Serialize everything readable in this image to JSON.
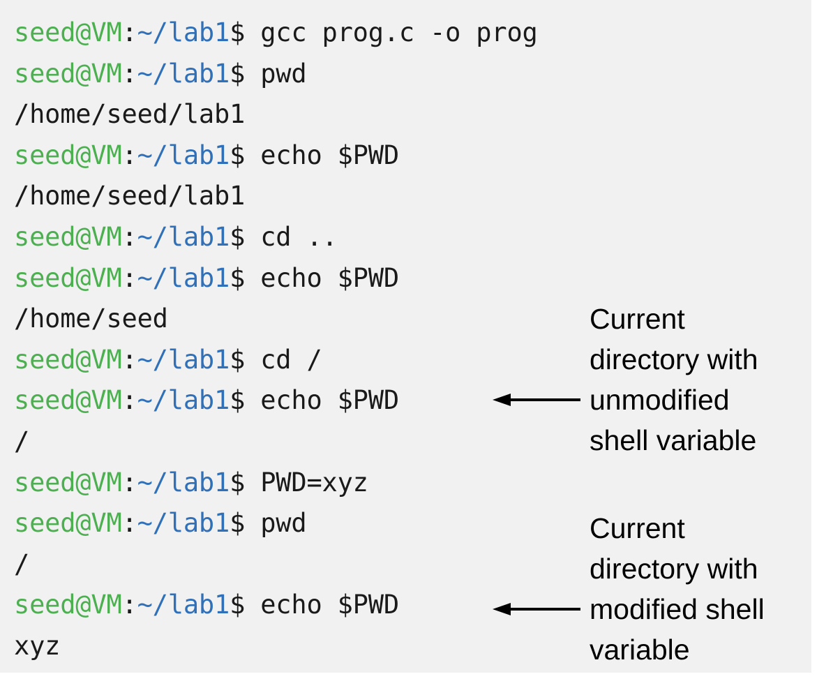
{
  "theme": {
    "background": "#f1f1f1",
    "page_background": "#ffffff",
    "prompt_user_color": "#4caf50",
    "prompt_path_color": "#3070b8",
    "text_color": "#1a1a1a",
    "annotation_color": "#000000"
  },
  "terminal": {
    "prompt": {
      "user_host": "seed@VM",
      "colon": ":",
      "path": "~/lab1",
      "sigil": "$"
    },
    "lines": [
      {
        "type": "command",
        "user_host": "seed@VM",
        "colon": ":",
        "path": "~/lab1",
        "sigil": "$",
        "command": " gcc prog.c -o prog"
      },
      {
        "type": "command",
        "user_host": "seed@VM",
        "colon": ":",
        "path": "~/lab1",
        "sigil": "$",
        "command": " pwd"
      },
      {
        "type": "output",
        "text": "/home/seed/lab1"
      },
      {
        "type": "command",
        "user_host": "seed@VM",
        "colon": ":",
        "path": "~/lab1",
        "sigil": "$",
        "command": " echo $PWD"
      },
      {
        "type": "output",
        "text": "/home/seed/lab1"
      },
      {
        "type": "command",
        "user_host": "seed@VM",
        "colon": ":",
        "path": "~/lab1",
        "sigil": "$",
        "command": " cd .."
      },
      {
        "type": "command",
        "user_host": "seed@VM",
        "colon": ":",
        "path": "~/lab1",
        "sigil": "$",
        "command": " echo $PWD"
      },
      {
        "type": "output",
        "text": "/home/seed"
      },
      {
        "type": "command",
        "user_host": "seed@VM",
        "colon": ":",
        "path": "~/lab1",
        "sigil": "$",
        "command": " cd /"
      },
      {
        "type": "command",
        "user_host": "seed@VM",
        "colon": ":",
        "path": "~/lab1",
        "sigil": "$",
        "command": " echo $PWD"
      },
      {
        "type": "output",
        "text": "/"
      },
      {
        "type": "command",
        "user_host": "seed@VM",
        "colon": ":",
        "path": "~/lab1",
        "sigil": "$",
        "command": " PWD=xyz"
      },
      {
        "type": "command",
        "user_host": "seed@VM",
        "colon": ":",
        "path": "~/lab1",
        "sigil": "$",
        "command": " pwd"
      },
      {
        "type": "output",
        "text": "/"
      },
      {
        "type": "command",
        "user_host": "seed@VM",
        "colon": ":",
        "path": "~/lab1",
        "sigil": "$",
        "command": " echo $PWD"
      },
      {
        "type": "output",
        "text": "xyz"
      }
    ]
  },
  "annotations": [
    {
      "id": "unmodified",
      "icon": "left-arrow-icon",
      "lines": [
        "Current",
        "directory with",
        "unmodified",
        "shell variable"
      ],
      "full_text": "Current directory with unmodified shell variable"
    },
    {
      "id": "modified",
      "icon": "left-arrow-icon",
      "lines": [
        "Current",
        "directory with",
        "modified shell",
        "variable"
      ],
      "full_text": "Current directory with modified shell variable"
    }
  ]
}
